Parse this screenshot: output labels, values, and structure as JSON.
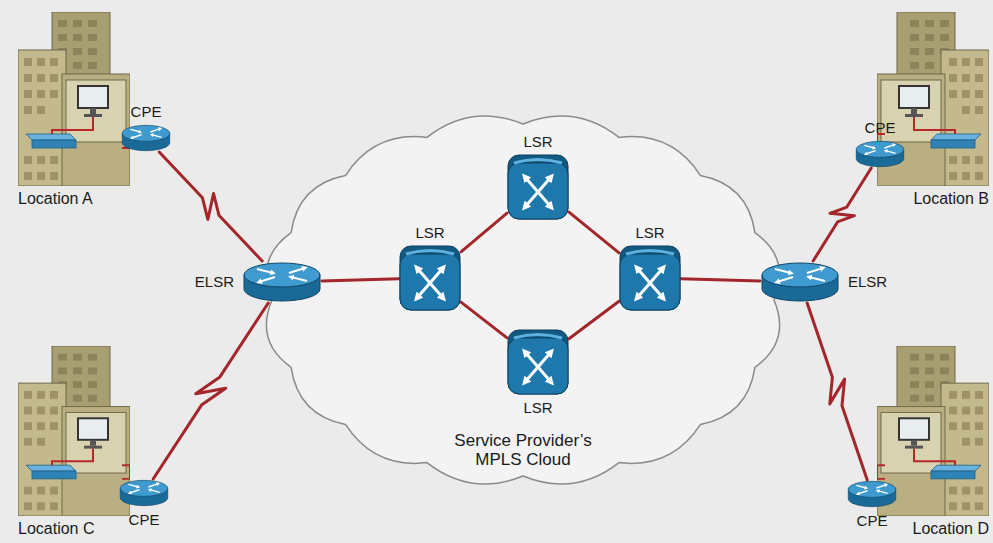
{
  "diagram": {
    "nodes": [
      {
        "text": [
          "Location A"
        ]
      },
      {
        "text": [
          "CPE"
        ]
      },
      {
        "text": [
          "Location B"
        ]
      },
      {
        "text": [
          "CPE"
        ]
      },
      {
        "text": [
          "Service Provider’s MPLS Cloud"
        ]
      },
      {
        "text": [
          "LSR"
        ],
        "in": 4
      },
      {
        "text": [
          "ELSR"
        ]
      },
      {
        "text": [
          "LSR"
        ],
        "in": 4
      },
      {
        "text": [
          "LSR"
        ],
        "in": 4
      },
      {
        "text": [
          "ELSR"
        ]
      },
      {
        "text": [
          "LSR"
        ],
        "in": 4
      },
      {
        "text": [
          "Location C"
        ]
      },
      {
        "text": [
          "CPE"
        ]
      },
      {
        "text": [
          "Location D"
        ]
      },
      {
        "text": [
          "CPE"
        ]
      }
    ],
    "edges": [
      {
        "from": 1,
        "to": 6,
        "arrow": "none"
      },
      {
        "from": 12,
        "to": 6,
        "arrow": "none"
      },
      {
        "from": 6,
        "to": 7,
        "arrow": "none"
      },
      {
        "from": 7,
        "to": 5,
        "arrow": "none"
      },
      {
        "from": 7,
        "to": 10,
        "arrow": "none"
      },
      {
        "from": 5,
        "to": 8,
        "arrow": "none"
      },
      {
        "from": 10,
        "to": 8,
        "arrow": "none"
      },
      {
        "from": 8,
        "to": 9,
        "arrow": "none"
      },
      {
        "from": 9,
        "to": 3,
        "arrow": "none"
      },
      {
        "from": 9,
        "to": 14,
        "arrow": "none"
      }
    ]
  }
}
